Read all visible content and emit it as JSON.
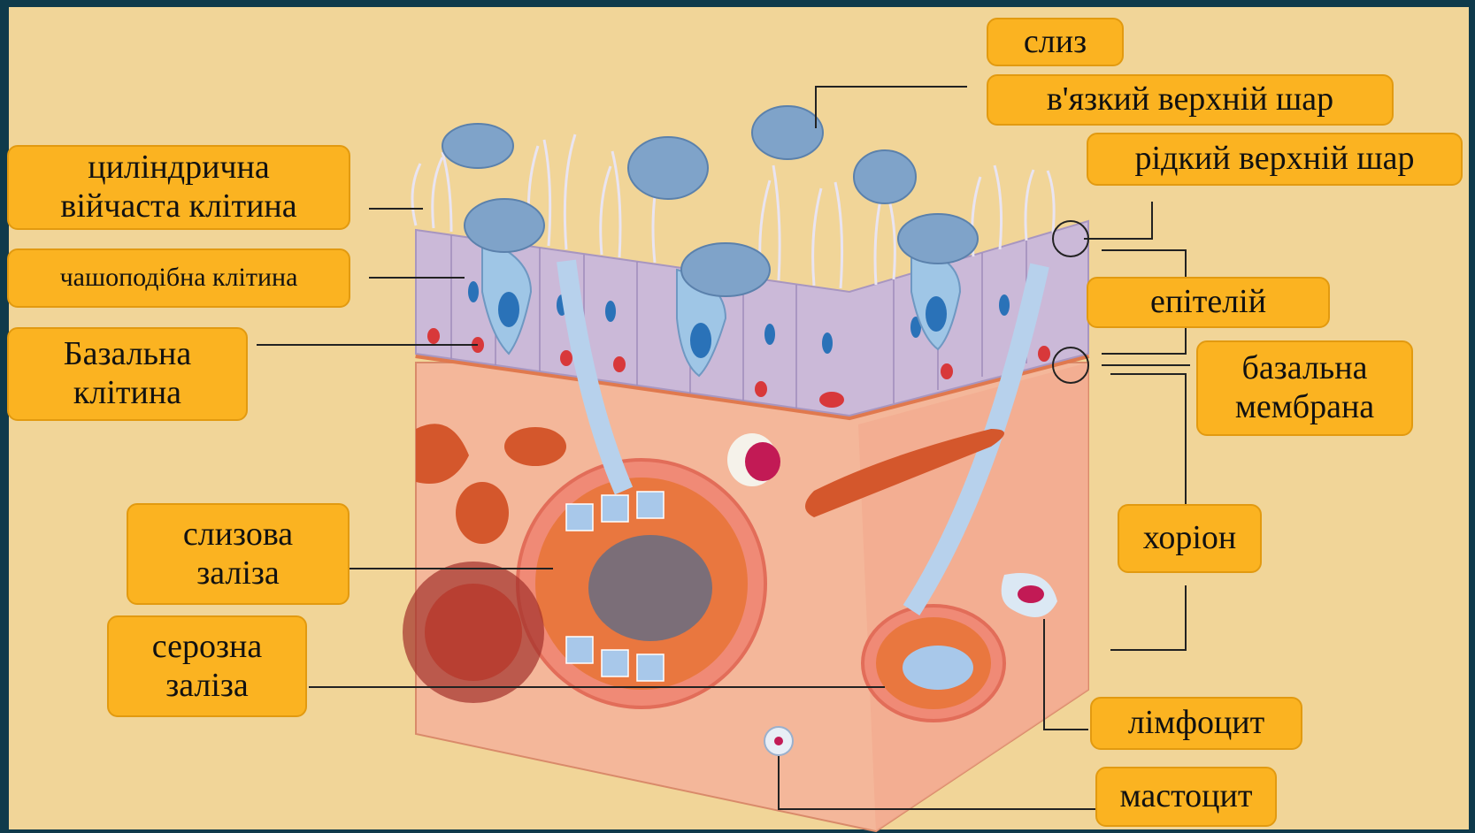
{
  "labels": {
    "slyz": "слиз",
    "viscous_layer": "в'язкий верхній шар",
    "liquid_layer": "рідкий верхній шар",
    "ciliated_cell": "циліндрична\nвійчаста клітина",
    "goblet_cell": "чашоподібна клітина",
    "basal_cell": "Базальна\nклітина",
    "epithelium": "епітелій",
    "basal_membrane": "базальна\nмембрана",
    "chorion": "хоріон",
    "mucous_gland": "слизова\nзаліза",
    "serous_gland": "серозна\nзаліза",
    "lymphocyte": "лімфоцит",
    "mastocyte": "мастоцит"
  },
  "colors": {
    "background": "#f1d598",
    "label_fill": "#fbb321",
    "label_border": "#e29a10",
    "frame": "#0f3a4b",
    "tissue": "#f4b79a",
    "epithelium": "#c9b8d6",
    "mucus": "#7fa3c9"
  }
}
